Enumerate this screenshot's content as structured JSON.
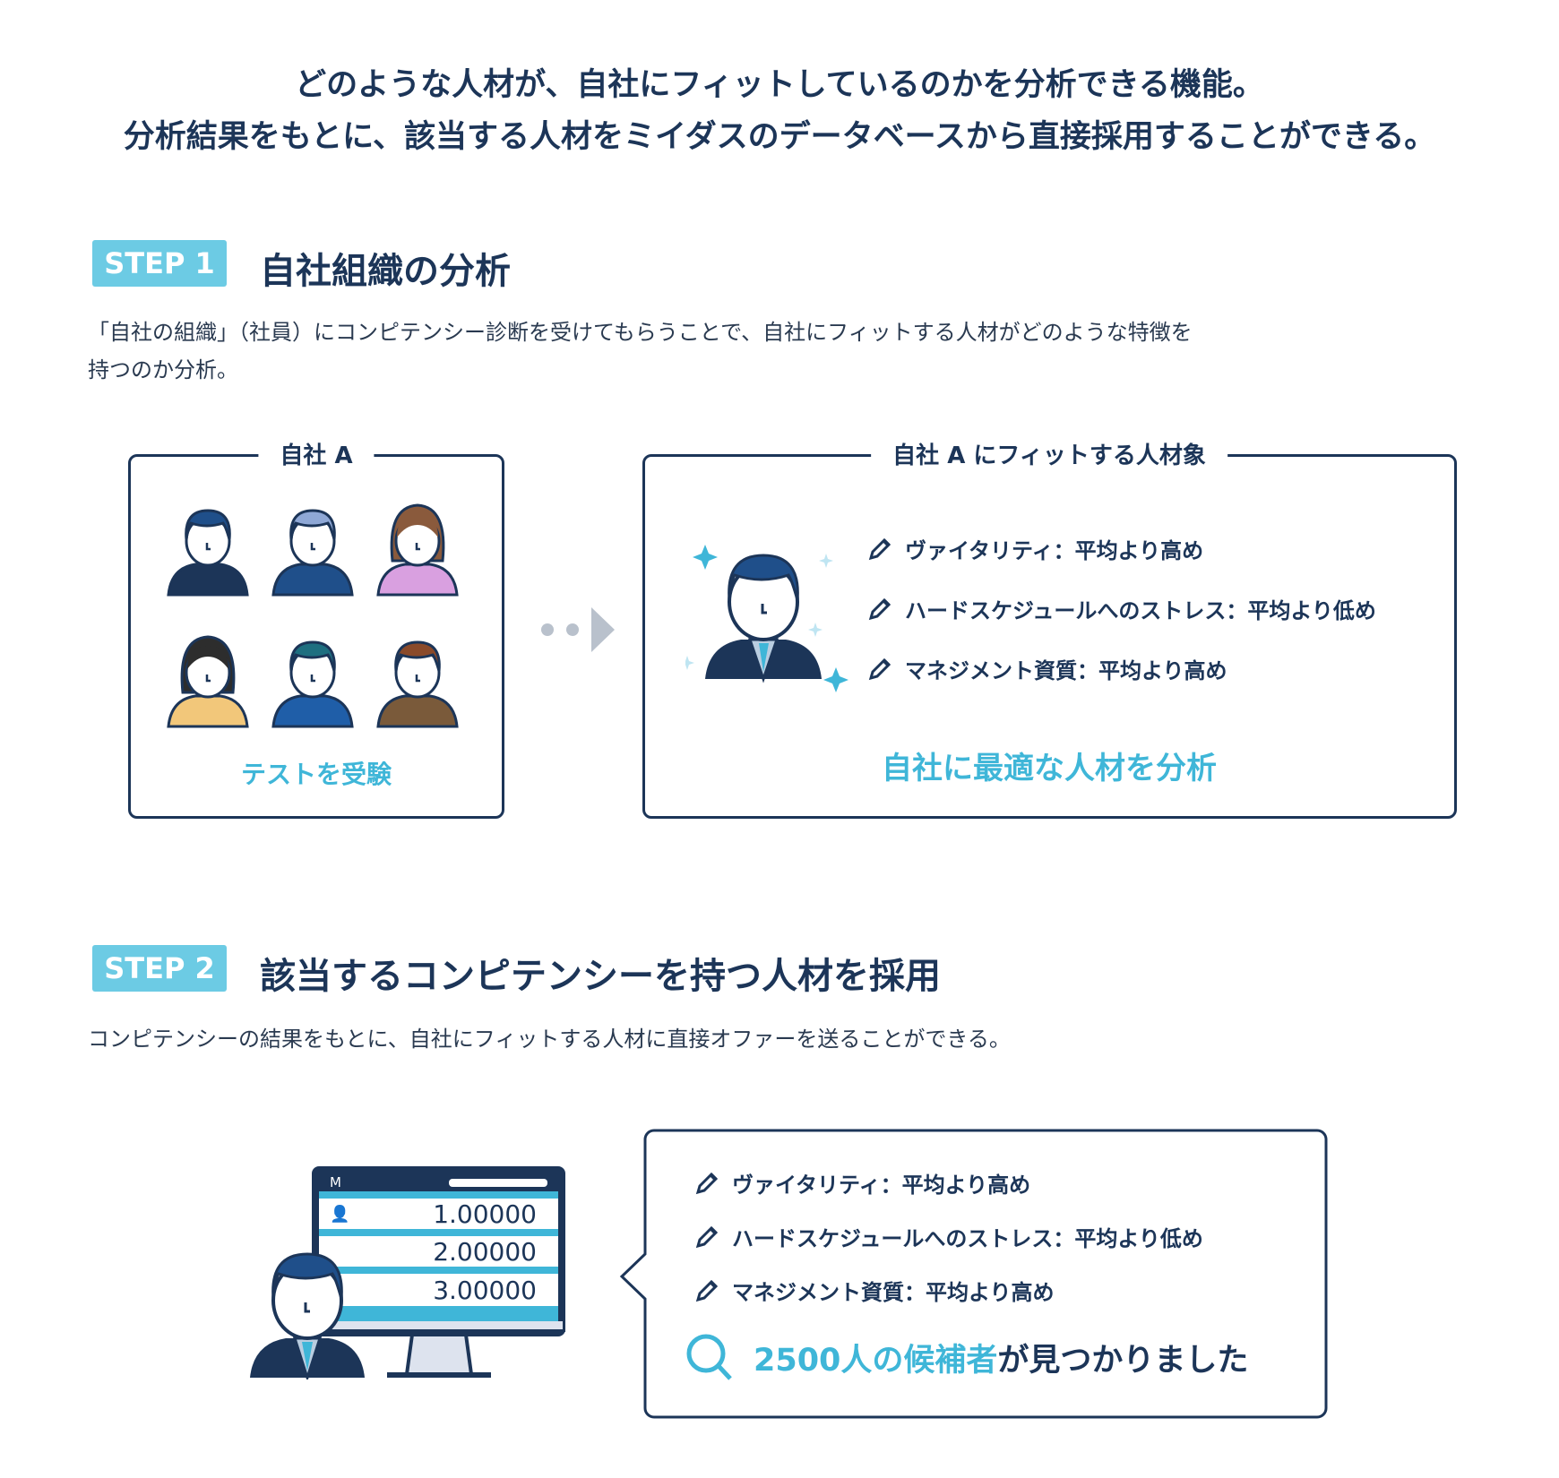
{
  "intro": {
    "line1": "どのような人材が、自社にフィットしているのかを分析できる機能。",
    "line2": "分析結果をもとに、該当する人材をミイダスのデータベースから直接採用することができる。"
  },
  "step1": {
    "badge": "STEP 1",
    "heading": "自社組織の分析",
    "desc_line1": "「自社の組織」（社員）にコンピテンシー診断を受けてもらうことで、自社にフィットする人材がどのような特徴を",
    "desc_line2": "持つのか分析。",
    "company_box": {
      "label": "自社 A",
      "caption": "テストを受験"
    },
    "fit_box": {
      "label": "自社 A にフィットする人材象",
      "items": [
        "ヴァイタリティ：平均より高め",
        "ハードスケジュールへのストレス：平均より低め",
        "マネジメント資質：平均より高め"
      ],
      "caption": "自社に最適な人材を分析"
    }
  },
  "step2": {
    "badge": "STEP 2",
    "heading": "該当するコンピテンシーを持つ人材を採用",
    "desc": "コンピテンシーの結果をもとに、自社にフィットする人材に直接オファーを送ることができる。",
    "monitor": {
      "logo": "M",
      "rows": [
        "1.00000",
        "2.00000",
        "3.00000"
      ]
    },
    "result_box": {
      "items": [
        "ヴァイタリティ：平均より高め",
        "ハードスケジュールへのストレス：平均より低め",
        "マネジメント資質：平均より高め"
      ],
      "count_highlight": "2500人の候補者",
      "count_rest": "が見つかりました"
    }
  },
  "colors": {
    "navy": "#1c3558",
    "cyan": "#3fb6d8",
    "badge": "#6ccbe4"
  }
}
